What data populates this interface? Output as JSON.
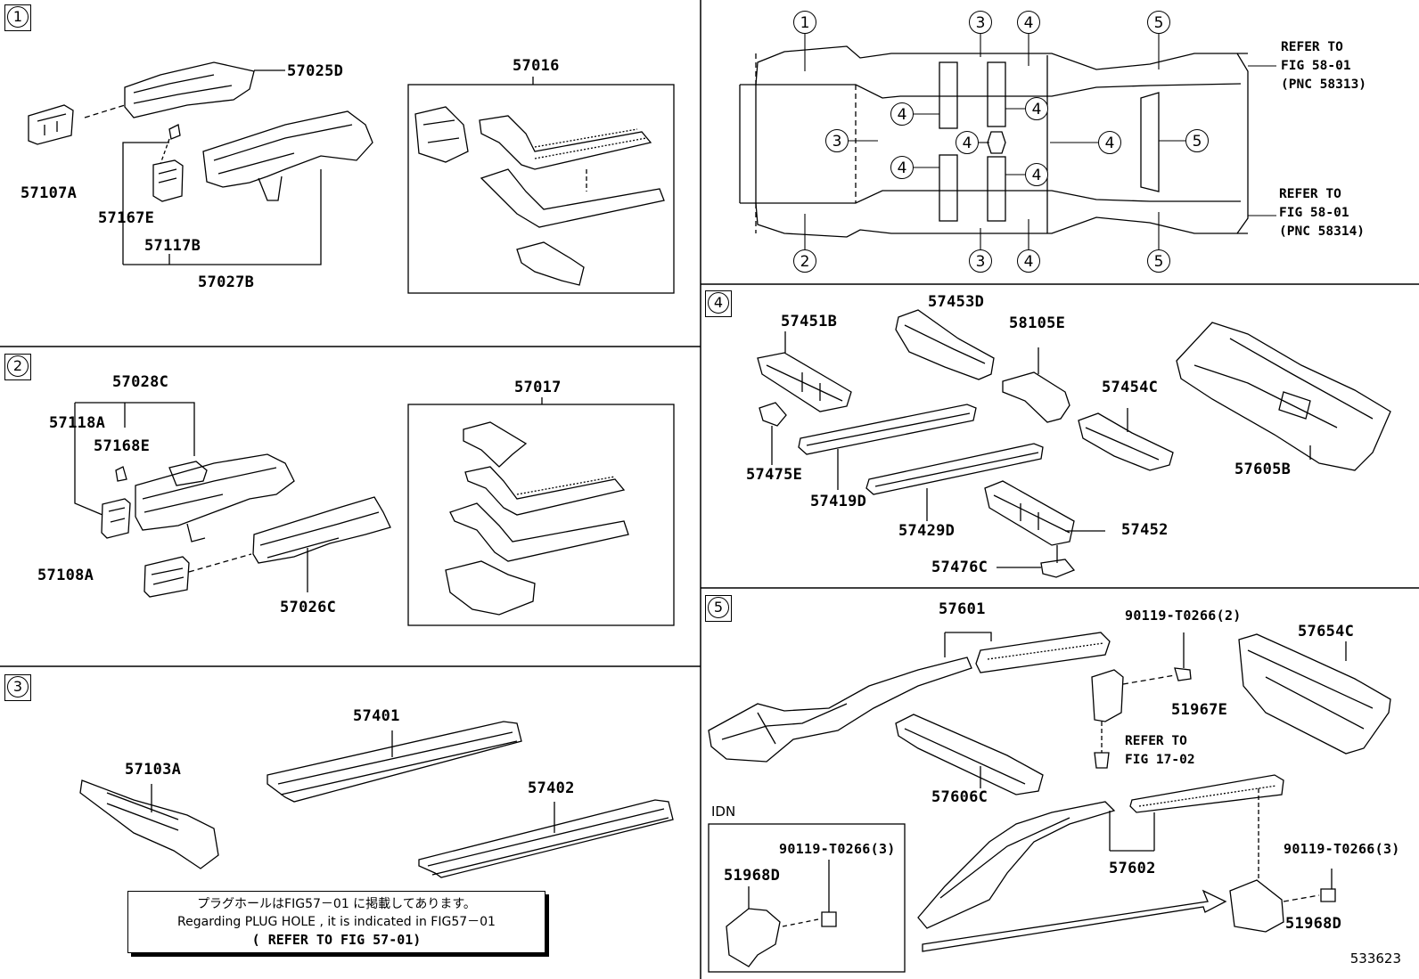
{
  "sections": {
    "s1": {
      "num": "1",
      "parts": [
        "57025D",
        "57107A",
        "57167E",
        "57117B",
        "57027B",
        "57016"
      ]
    },
    "s2": {
      "num": "2",
      "parts": [
        "57028C",
        "57118A",
        "57168E",
        "57108A",
        "57026C",
        "57017"
      ]
    },
    "s3": {
      "num": "3",
      "parts": [
        "57103A",
        "57401",
        "57402"
      ]
    },
    "s4": {
      "num": "4",
      "parts": [
        "57451B",
        "57453D",
        "58105E",
        "57454C",
        "57475E",
        "57419D",
        "57429D",
        "57452",
        "57476C",
        "57605B"
      ]
    },
    "s5": {
      "num": "5",
      "parts": [
        "57601",
        "90119-T0266(2)",
        "57654C",
        "51967E",
        "57606C",
        "57602",
        "90119-T0266(3)",
        "51968D"
      ],
      "ref": "REFER TO\nFIG 17-02",
      "idn": {
        "title": "IDN",
        "bolt": "90119-T0266(3)",
        "part": "51968D"
      }
    }
  },
  "overview": {
    "markers": [
      "1",
      "2",
      "3",
      "3",
      "3",
      "4",
      "4",
      "4",
      "4",
      "4",
      "4",
      "4",
      "4",
      "5",
      "5",
      "5"
    ],
    "ref_top": "REFER TO\nFIG 58-01\n(PNC 58313)",
    "ref_bottom": "REFER TO\nFIG 58-01\n(PNC 58314)"
  },
  "note": {
    "jp": "プラグホールはFIG57－01 に掲載してあります。",
    "en": "Regarding  PLUG HOLE , it is indicated in  FIG57－01",
    "ref": "( REFER TO FIG 57-01)"
  },
  "diagram_code": "533623"
}
